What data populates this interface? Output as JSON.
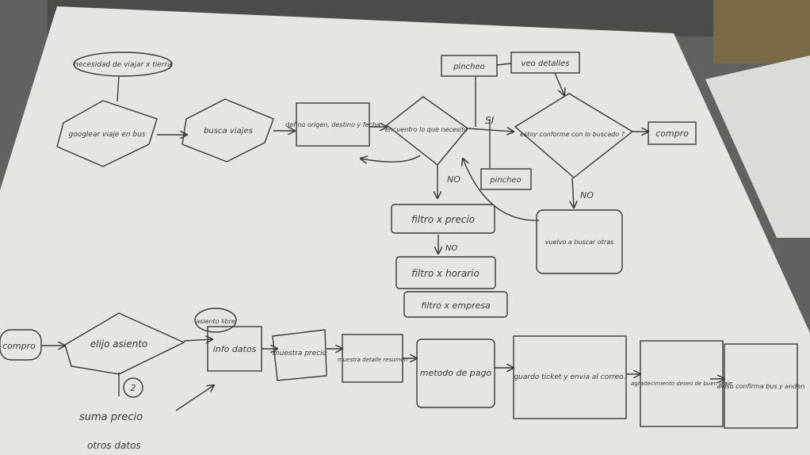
{
  "diagram": {
    "top_row": {
      "start_oval": "necesidad de viajar x tierra",
      "google_trip": "googlear viaje en bus",
      "search_trips": "busca viajes",
      "define": "defino origen, destino y fecha",
      "decision_found": "encuentro lo que necesito",
      "click_top": "pincheo",
      "see_details": "veo detalles",
      "yes_label": "SI",
      "click_below": "pincheo",
      "decision_conform": "estoy conforme con lo buscado ?",
      "buy": "compro",
      "no_label_1": "NO",
      "no_label_2": "NO",
      "no_label_3": "NO",
      "search_again": "vuelvo a buscar otras",
      "filter_price": "filtro x precio",
      "filter_time": "filtro x horario",
      "filter_company": "filtro x empresa"
    },
    "bottom_row": {
      "buy": "compro",
      "choose_seat": "elijo asiento",
      "seat_note": "asiento libre",
      "input_data": "info datos",
      "shows_price": "muestra precio",
      "shows_detail": "muestra detalle resumen",
      "payment": "metodo de pago",
      "save_ticket": "guardo ticket y envia al correo.",
      "thanks": "agradecimiento deseo de buen viaje",
      "notice": "aviso confirma bus y anden",
      "circle_two": "2",
      "sum_price": "suma precio",
      "scribble": "otros datos"
    }
  }
}
